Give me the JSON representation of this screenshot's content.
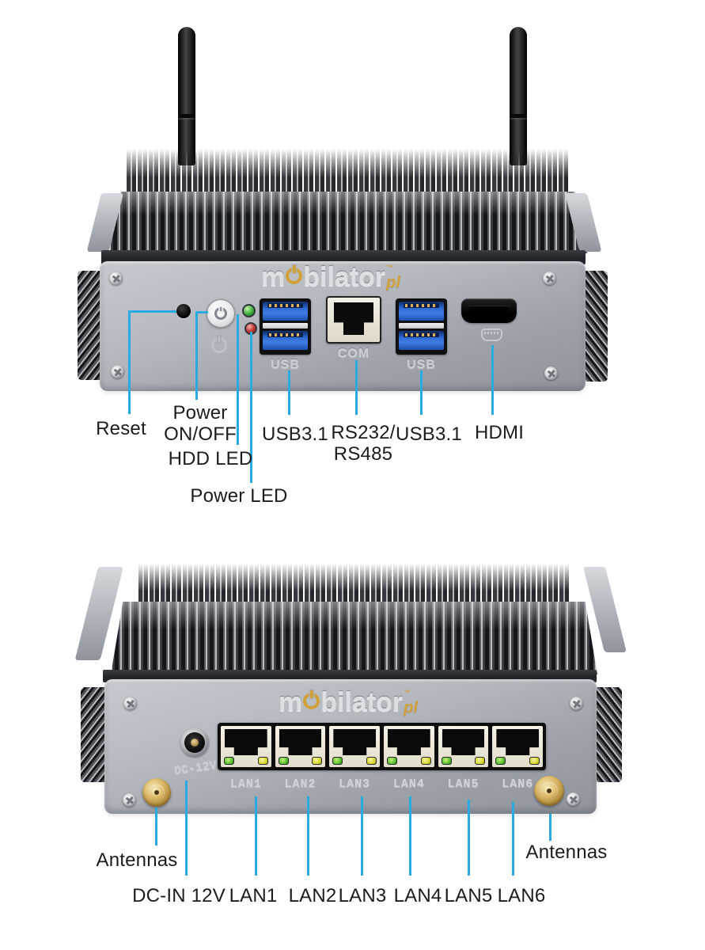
{
  "logo": {
    "part1": "m",
    "part2": "bilator",
    "suffix": "pl",
    "tm": "™",
    "power_o_icon": "power-symbol"
  },
  "front": {
    "prints": {
      "usb_left": "USB",
      "com": "COM",
      "usb_right": "USB"
    },
    "labels": {
      "reset": "Reset",
      "power": "Power\nON/OFF",
      "hdd_led": "HDD LED",
      "power_led": "Power LED",
      "usb_left": "USB3.1",
      "serial": "RS232/\nRS485",
      "usb_right": "USB3.1",
      "hdmi": "HDMI"
    }
  },
  "rear": {
    "prints": {
      "dc": "DC-12V",
      "lan": [
        "LAN1",
        "LAN2",
        "LAN3",
        "LAN4",
        "LAN5",
        "LAN6"
      ]
    },
    "labels": {
      "antennas_left": "Antennas",
      "antennas_right": "Antennas",
      "dc_in": "DC-IN 12V",
      "lan1": "LAN1",
      "lan2": "LAN2",
      "lan3": "LAN3",
      "lan4": "LAN4",
      "lan5": "LAN5",
      "lan6": "LAN6"
    }
  },
  "colors": {
    "callout_line": "#29abe2",
    "logo_gold": "#d2a039",
    "usb_blue": "#2e6ad2",
    "led_green": "#57c22e",
    "led_yellow": "#d8d832",
    "led_red": "#c03030",
    "chassis_gray": "#a8adb5"
  }
}
